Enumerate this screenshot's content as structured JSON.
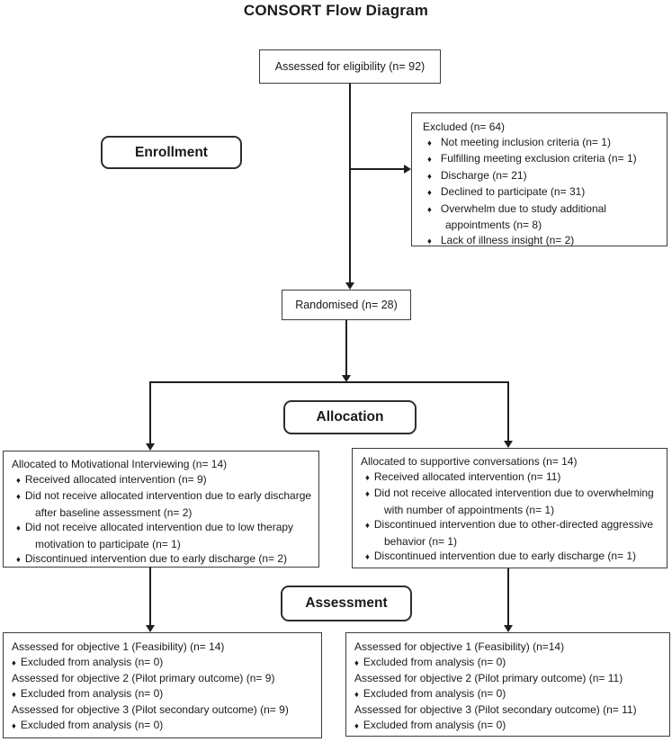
{
  "title": "CONSORT Flow Diagram",
  "bullet_glyph": "♦",
  "stages": {
    "enrollment": "Enrollment",
    "allocation": "Allocation",
    "assessment": "Assessment"
  },
  "boxes": {
    "eligibility": {
      "text": "Assessed for eligibility (n= 92)"
    },
    "excluded": {
      "title": "Excluded (n= 64)",
      "items": [
        "Not meeting inclusion criteria (n= 1)",
        "Fulfilling meeting exclusion criteria (n= 1)",
        "Discharge (n= 21)",
        "Declined to participate (n= 31)",
        "Overwhelm due to study additional appointments (n= 8)",
        "Lack of illness insight (n= 2)"
      ]
    },
    "randomised": {
      "text": "Randomised (n= 28)"
    },
    "allocation_left": {
      "title": "Allocated to Motivational Interviewing (n= 14)",
      "items": [
        "Received allocated intervention (n= 9)",
        "Did not receive allocated intervention due to early discharge after baseline assessment (n= 2)",
        "Did not receive allocated intervention due to low therapy motivation to participate (n= 1)",
        "Discontinued intervention due to early discharge (n= 2)"
      ]
    },
    "allocation_right": {
      "title": "Allocated to supportive conversations (n= 14)",
      "items": [
        "Received allocated intervention (n= 11)",
        "Did not receive allocated intervention due to overwhelming with number of appointments (n= 1)",
        "Discontinued intervention due to other-directed aggressive behavior (n= 1)",
        "Discontinued intervention due to early discharge (n= 1)"
      ]
    },
    "assessment_left": {
      "lines": [
        {
          "glyph": "",
          "text": "Assessed for objective 1 (Feasibility) (n= 14)"
        },
        {
          "glyph": "♦",
          "text": "Excluded from analysis (n= 0)"
        },
        {
          "glyph": "",
          "text": "Assessed for objective 2 (Pilot primary outcome) (n= 9)"
        },
        {
          "glyph": "♦",
          "text": "Excluded from analysis (n= 0)"
        },
        {
          "glyph": "",
          "text": "Assessed for objective 3 (Pilot secondary outcome) (n= 9)"
        },
        {
          "glyph": "♦",
          "text": "Excluded from analysis (n= 0)"
        }
      ]
    },
    "assessment_right": {
      "lines": [
        {
          "glyph": "",
          "text": "Assessed for objective 1 (Feasibility) (n=14)"
        },
        {
          "glyph": "♦",
          "text": "Excluded from analysis (n= 0)"
        },
        {
          "glyph": "",
          "text": "Assessed for objective 2 (Pilot primary outcome) (n= 11)"
        },
        {
          "glyph": "♦",
          "text": "Excluded from analysis (n= 0)"
        },
        {
          "glyph": "",
          "text": "Assessed for objective 3 (Pilot secondary outcome) (n= 11)"
        },
        {
          "glyph": "♦",
          "text": "Excluded from analysis (n= 0)"
        }
      ]
    }
  },
  "colors": {
    "background": "#ffffff",
    "line": "#1f1f1f",
    "border": "#3c3c3c",
    "text": "#1a1a1a"
  }
}
